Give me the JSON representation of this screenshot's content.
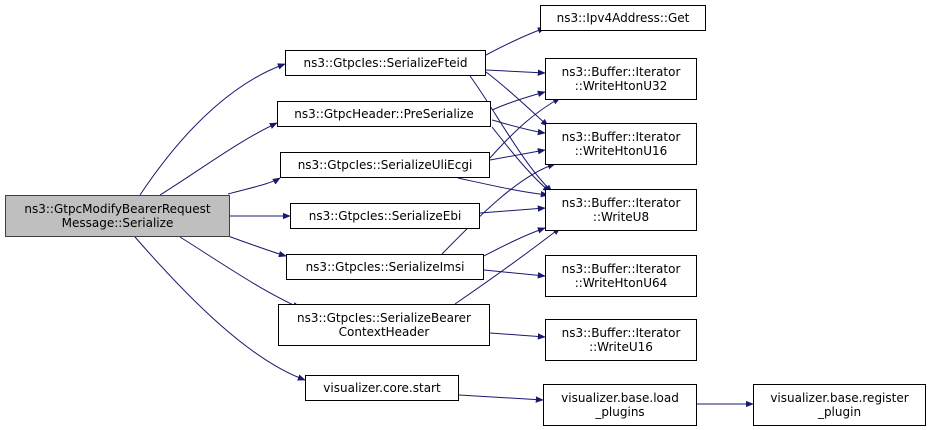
{
  "nodes": {
    "root": [
      "ns3::GtpcModifyBearerRequest",
      "Message::Serialize"
    ],
    "fteid": [
      "ns3::GtpcIes::SerializeFteid"
    ],
    "preser": [
      "ns3::GtpcHeader::PreSerialize"
    ],
    "uli": [
      "ns3::GtpcIes::SerializeUliEcgi"
    ],
    "ebi": [
      "ns3::GtpcIes::SerializeEbi"
    ],
    "imsi": [
      "ns3::GtpcIes::SerializeImsi"
    ],
    "bearer": [
      "ns3::GtpcIes::SerializeBearer",
      "ContextHeader"
    ],
    "vstart": [
      "visualizer.core.start"
    ],
    "ipv4": [
      "ns3::Ipv4Address::Get"
    ],
    "w32": [
      "ns3::Buffer::Iterator",
      "::WriteHtonU32"
    ],
    "w16": [
      "ns3::Buffer::Iterator",
      "::WriteHtonU16"
    ],
    "w8": [
      "ns3::Buffer::Iterator",
      "::WriteU8"
    ],
    "w64": [
      "ns3::Buffer::Iterator",
      "::WriteHtonU64"
    ],
    "wu16": [
      "ns3::Buffer::Iterator",
      "::WriteU16"
    ],
    "load": [
      "visualizer.base.load",
      "_plugins"
    ],
    "reg": [
      "visualizer.base.register",
      "_plugin"
    ]
  },
  "colors": {
    "edge": "#191970",
    "root_fill": "#bfbfbf",
    "node_fill": "#ffffff"
  }
}
